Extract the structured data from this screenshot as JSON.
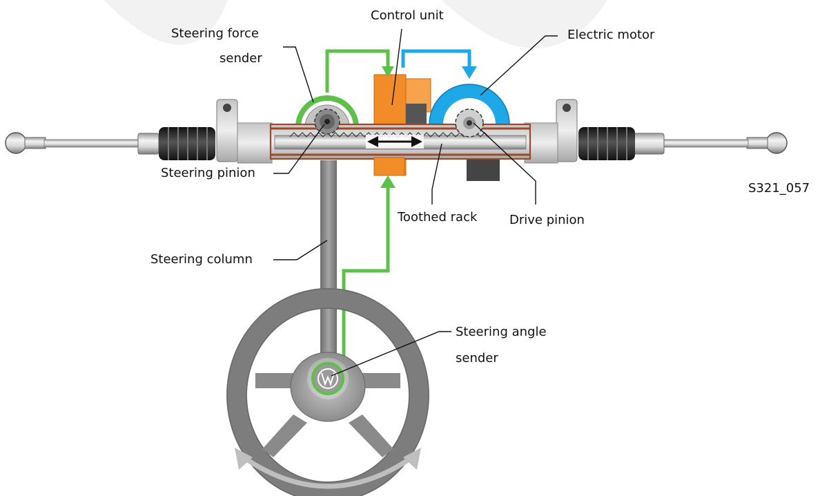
{
  "labels": {
    "steering_force_sender_line1": "Steering force",
    "steering_force_sender_line2": "sender",
    "control_unit": "Control unit",
    "electric_motor": "Electric motor",
    "steering_pinion": "Steering pinion",
    "toothed_rack": "Toothed rack",
    "drive_pinion": "Drive pinion",
    "steering_column": "Steering column",
    "steering_angle_sender_line1": "Steering angle",
    "steering_angle_sender_line2": "sender",
    "figure_code": "S321_057"
  },
  "colors": {
    "signal_green": "#5cc04a",
    "motor_blue": "#1ea8e8",
    "control_orange": "#f28c28",
    "housing_brown": "#9a4a2a",
    "boot_black": "#2a2a2a",
    "shaft_silver": "#c9c9c9",
    "column_gray": "#8a8a8a",
    "wheel_gray": "#7d7d7d",
    "motion_arrow_gray": "#bfbfbf"
  },
  "icons": [
    "vw-logo-icon",
    "rack-motion-arrow-icon",
    "steer-rotation-arrow-icon"
  ]
}
